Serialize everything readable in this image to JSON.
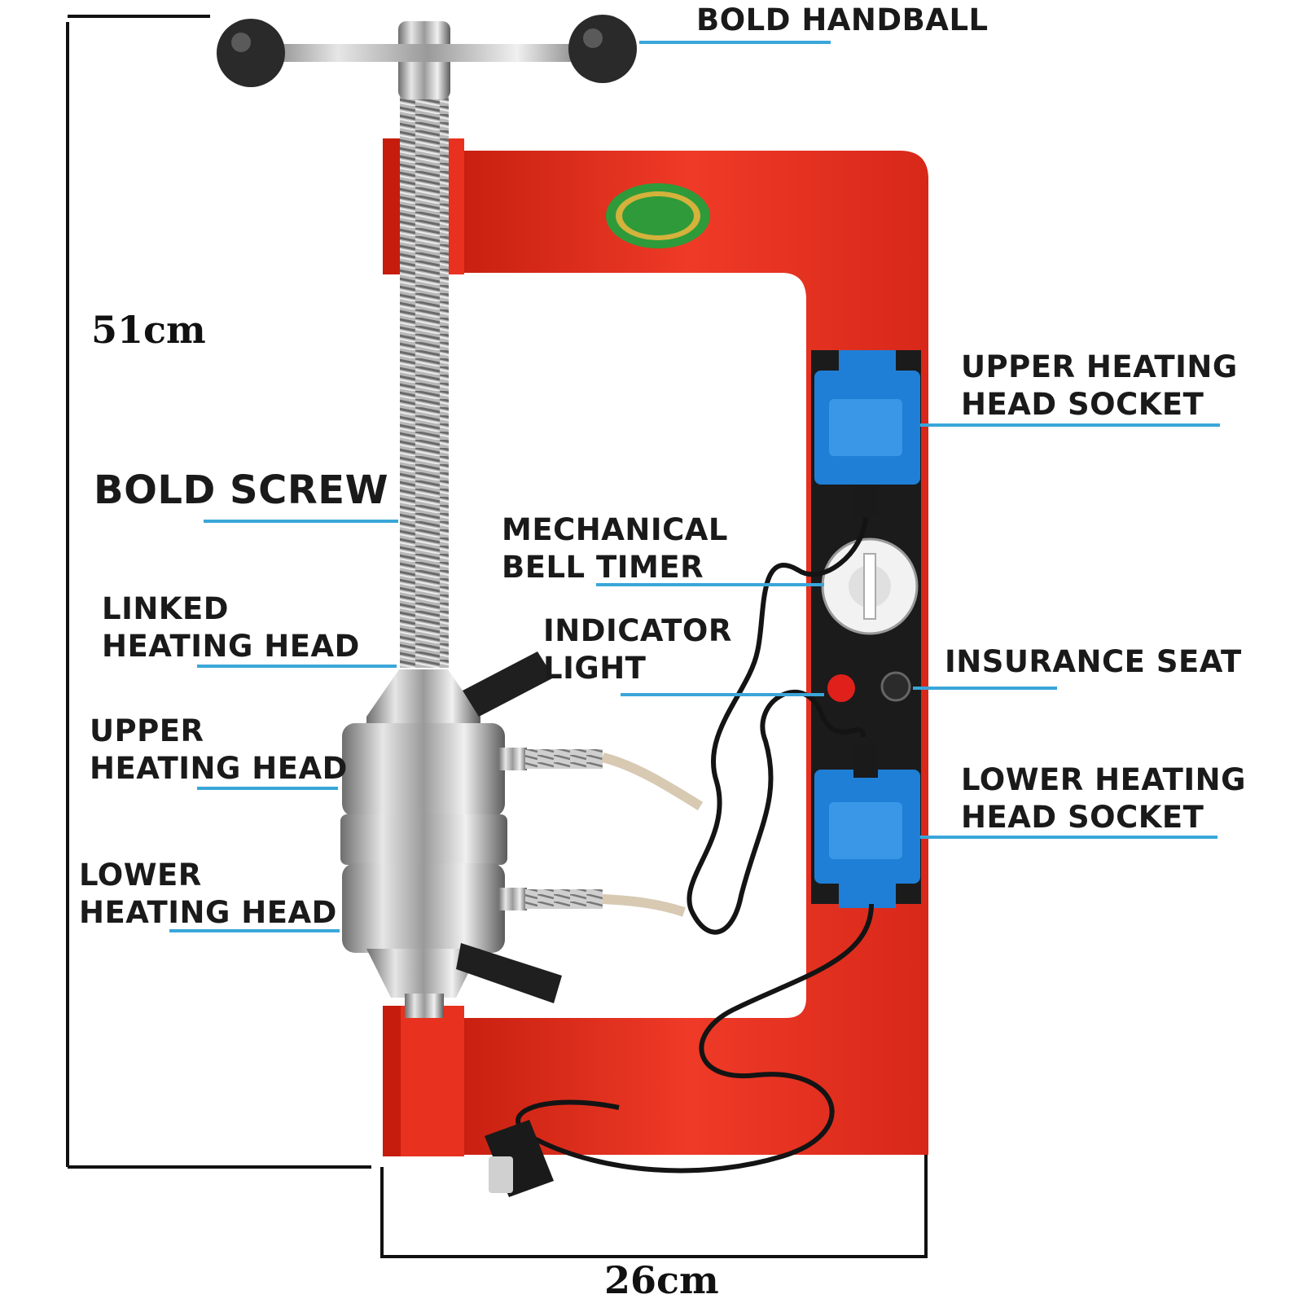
{
  "dimensions": {
    "height": "51cm",
    "width": "26cm"
  },
  "callouts": {
    "handball": [
      "BOLD HANDBALL"
    ],
    "screw": [
      "BOLD SCREW"
    ],
    "linked_head": [
      "LINKED",
      "HEATING HEAD"
    ],
    "upper_head": [
      "UPPER",
      "HEATING HEAD"
    ],
    "lower_head": [
      "LOWER",
      "HEATING HEAD"
    ],
    "timer": [
      "MECHANICAL",
      "BELL TIMER"
    ],
    "indicator": [
      "INDICATOR",
      "LIGHT"
    ],
    "upper_socket": [
      "UPPER HEATING",
      "HEAD SOCKET"
    ],
    "insurance": [
      "INSURANCE SEAT"
    ],
    "lower_socket": [
      "LOWER HEATING",
      "HEAD SOCKET"
    ]
  },
  "colors": {
    "frame_red": "#e8311f",
    "leader_blue": "#3aa6d9",
    "socket_blue": "#1f7fd6",
    "panel_black": "#1b1b1b",
    "badge_green": "#2f9a3a"
  }
}
